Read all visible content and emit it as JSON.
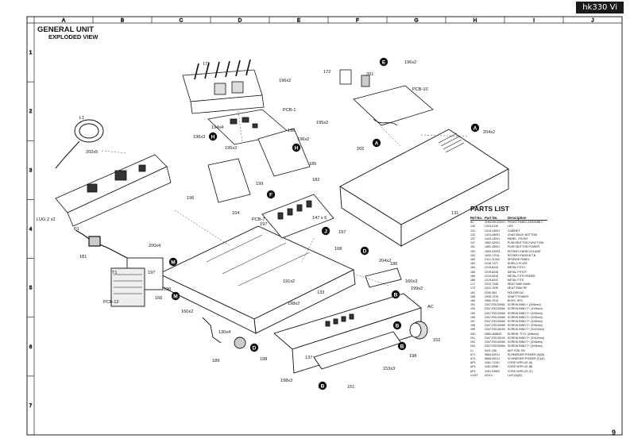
{
  "header_tag": "hk330 Vi",
  "title": "GENERAL UNIT",
  "subtitle": "EXPLODED VIEW",
  "page_number": "9",
  "grid": {
    "columns": [
      "A",
      "B",
      "C",
      "D",
      "E",
      "F",
      "G",
      "H",
      "I",
      "J"
    ],
    "rows": [
      "1",
      "2",
      "3",
      "4",
      "5",
      "6",
      "7"
    ]
  },
  "callouts": {
    "c171": "171",
    "c196x2a": "196x2",
    "pcb1": "PCB-1",
    "c194x4": "194x4",
    "c196": "196",
    "c195x2": "195x2",
    "c196x3": "196x3",
    "c195x2b": "195x2",
    "c196x2b": "196x2",
    "c185": "185",
    "c172": "172",
    "c196x2c": "196x2",
    "c201": "201",
    "pcb10": "PCB-10",
    "c204x2": "204x2",
    "c202": "202",
    "l1": "L1",
    "c202x5": "202x5",
    "c199": "199",
    "c182": "182",
    "c196b": "196",
    "c164": "164",
    "pcb7": "PCB-7",
    "c147x6": "147 x 6",
    "c197": "197",
    "c197b": "197",
    "c131": "131",
    "lug": "LUG 2 x2",
    "p1": "P1",
    "c181": "181",
    "c168": "168",
    "c200x4": "200x4",
    "c204x2b": "204x2",
    "c186": "186",
    "t1": "T1",
    "c197c": "197",
    "c191x2": "191x2",
    "c160x3": "160x3",
    "c199x2": "199x2",
    "pcb12": "PCB-12",
    "c196c": "196",
    "c166": "166",
    "c160x2": "160x2",
    "c133": "133",
    "c198x2": "198x2",
    "ac": "AC",
    "c130x4": "130x4",
    "c137": "137",
    "c152": "152",
    "c189": "189",
    "c198": "198",
    "c153x3": "153x3",
    "c198b": "198",
    "c198x3": "198x3",
    "c198c": "198",
    "c151": "151"
  },
  "badges": [
    "E",
    "A",
    "A",
    "H",
    "H",
    "F",
    "J",
    "D",
    "M",
    "M",
    "B",
    "B",
    "D",
    "B",
    "B"
  ],
  "parts_list": {
    "title": "PARTS LIST",
    "headers": [
      "Ref No.",
      "Part No.",
      "Description"
    ],
    "rows": [
      [
        "AC",
        "4H63-HK330VH",
        "FRONT PANEL ASSEMBLY"
      ],
      [
        "130",
        "1315-0130",
        "LEG"
      ],
      [
        "131",
        "1414-14001",
        "CABINET"
      ],
      [
        "133",
        "1424-28001",
        "CHAS BACK BOTTOM"
      ],
      [
        "137",
        "1443-13001",
        "PANEL, FRONT"
      ],
      [
        "147",
        "1562-42001",
        "PUSH BUTTON FUNCTION"
      ],
      [
        "151",
        "1562-45001",
        "PUSH BUTTON POWER"
      ],
      [
        "152",
        "1630-02003",
        "ROTARY KNOB VOLUME"
      ],
      [
        "153",
        "1633-1701L",
        "ROTARY KNOB B.T.B."
      ],
      [
        "160",
        "2112-11002",
        "SPONGE PANEL"
      ],
      [
        "162",
        "2216-7227",
        "SHIELD PLATE"
      ],
      [
        "164",
        "2219-8244",
        "METAL FITS L"
      ],
      [
        "165",
        "2219-8245",
        "METAL FITS R"
      ],
      [
        "166",
        "2219-8243",
        "METAL FITS POWER"
      ],
      [
        "168",
        "2219-8247",
        "METAL FITS"
      ],
      [
        "171",
        "2222-7046",
        "HEAT SINK MAIN"
      ],
      [
        "172",
        "2222-7039",
        "HEAT SINK RF"
      ],
      [
        "181",
        "2240-364",
        "HOLDER AC"
      ],
      [
        "185",
        "2905-7576",
        "SHAFT POWER"
      ],
      [
        "189",
        "2960-7013",
        "BOSS, SPC"
      ],
      [
        "191",
        "2347-R0130062",
        "SCREW BIND + (3X6mm)"
      ],
      [
        "194",
        "2347-R0130082",
        "SCREW BIND T+ (3X8mm)"
      ],
      [
        "195",
        "2347-R0130060",
        "SCREW BIND T+ (3X6mm)"
      ],
      [
        "196",
        "2347-R0130060",
        "SCREW BIND T+ (3X6mm)"
      ],
      [
        "197",
        "2347-R0130060",
        "SCREW BIND T+ (3X6mm)"
      ],
      [
        "198",
        "2347-R0130060",
        "SCREW BIND T+ (3X6mm)"
      ],
      [
        "199",
        "2347-R0130100",
        "SCREW BIND T+ (3X10mm)"
      ],
      [
        "200",
        "2580-408829",
        "SCREW, TIT-E (408mm)"
      ],
      [
        "201",
        "2347-R0130102",
        "SCREW BIND T+ (3X10mm)"
      ],
      [
        "202",
        "2347-R0130084",
        "SCREW BIND T+ (3X8mm)"
      ],
      [
        "204",
        "2347-R0130084",
        "SCREW BIND T+ (3X8mm)"
      ],
      [
        "L1",
        "9411-106",
        "ANT COIL BC"
      ],
      [
        "ΔT1",
        "5584-5201J",
        "SCHNEIDER POWER (A)(B)"
      ],
      [
        "ΔT1",
        "5666-5201J",
        "SCHNEIDER POWER (C)(D)"
      ],
      [
        "ΔP1",
        "4161-7115J",
        "CORD W/PLUG (A)"
      ],
      [
        "ΔP1",
        "4161-5056",
        "CORD W/PLUG (B)"
      ],
      [
        "ΔP1",
        "4161-04500",
        "CORD W/PLUG (C)"
      ],
      [
        "LUG2",
        "42114",
        "LUG (A)(B)"
      ]
    ]
  }
}
